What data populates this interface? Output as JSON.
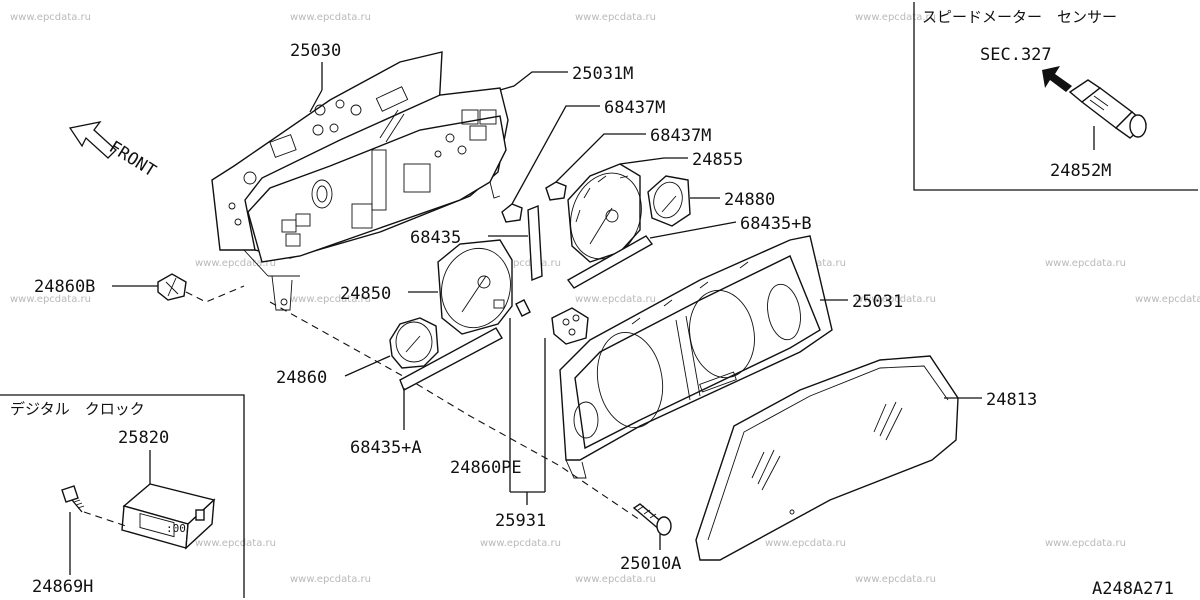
{
  "watermark": "www.epcdata.ru",
  "diagram_code": "A248A271",
  "front_label": "FRONT",
  "labels": {
    "p25030": "25030",
    "p25031M": "25031M",
    "p68437M_a": "68437M",
    "p68437M_b": "68437M",
    "p24855": "24855",
    "p24880": "24880",
    "p68435B": "68435+B",
    "p68435": "68435",
    "p24860B": "24860B",
    "p24850": "24850",
    "p25031": "25031",
    "p24860": "24860",
    "p24813": "24813",
    "p68435A": "68435+A",
    "p24860PE": "24860PE",
    "p25931": "25931",
    "p25010A": "25010A",
    "p25820": "25820",
    "p24869H": "24869H",
    "p24852M": "24852M"
  },
  "insets": {
    "speed_sensor": {
      "title": "スピードメーター　センサー",
      "ref": "SEC.327"
    },
    "digital_clock": {
      "title": "デジタル　クロック"
    }
  }
}
